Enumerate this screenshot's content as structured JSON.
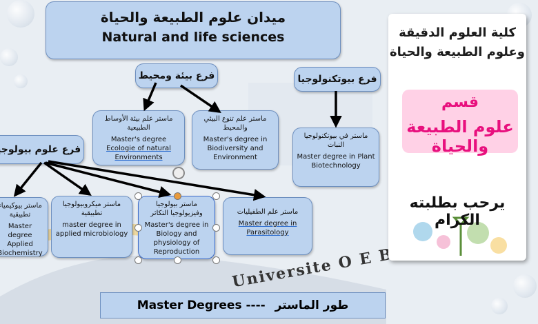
{
  "title": {
    "arabic": "ميدان علوم الطبيعة والحياة",
    "english": "Natural and life sciences"
  },
  "branches": {
    "environment": "فرع بيئة ومحيط",
    "biotechnology": "فرع بيوتكنولوجيا",
    "biology": "فرع علوم بيولوجيا"
  },
  "masters": {
    "ecology": {
      "arabic": "ماستر علم بيئة الأوساط الطبيعية",
      "english_1": "Master's degree",
      "english_2": "Ecologie of natural Environments"
    },
    "biodiversity": {
      "arabic": "ماستر علم تنوع البيئي والمحيط",
      "english": "Master's degree in Biodiversity and Environment"
    },
    "plant_biotech": {
      "arabic": "ماستر في بيوتكنولوجيا النبات",
      "english": "Master degree in Plant Biotechnology"
    },
    "applied_chem": {
      "arabic": "ماستر بيوكيمياء تطبيقية",
      "english_1": "Master degree",
      "english_2": "Applied Biochemistry"
    },
    "microbio": {
      "arabic": "ماستر ميكروبيولوجيا تطبيقية",
      "english": "master degree in applied microbiology"
    },
    "repro": {
      "arabic": "ماستر بيولوجيا وفيزيولوجيا التكاثر",
      "english": "Master's degree in Biology and physiology of Reproduction"
    },
    "parasito": {
      "arabic": "ماستر علم الطفيليات",
      "english_1": "Master degree in",
      "english_2": "Parasitology"
    }
  },
  "card": {
    "line1": "كلية العلوم الدقيقة",
    "line2": "وعلوم الطبيعة والحياة",
    "badge_1": "قسم",
    "badge_2": "علوم الطبيعة والحياة",
    "welcome": "يرحب بطلبته الكرام"
  },
  "university_text": "Universite O E B",
  "footer": {
    "english": "Master Degrees ----",
    "arabic": "طور الماستر"
  },
  "colors": {
    "box_fill": "#bcd3ef",
    "box_border": "#6d8fbf",
    "accent_pink": "#e8107e",
    "arrow": "#000000"
  }
}
